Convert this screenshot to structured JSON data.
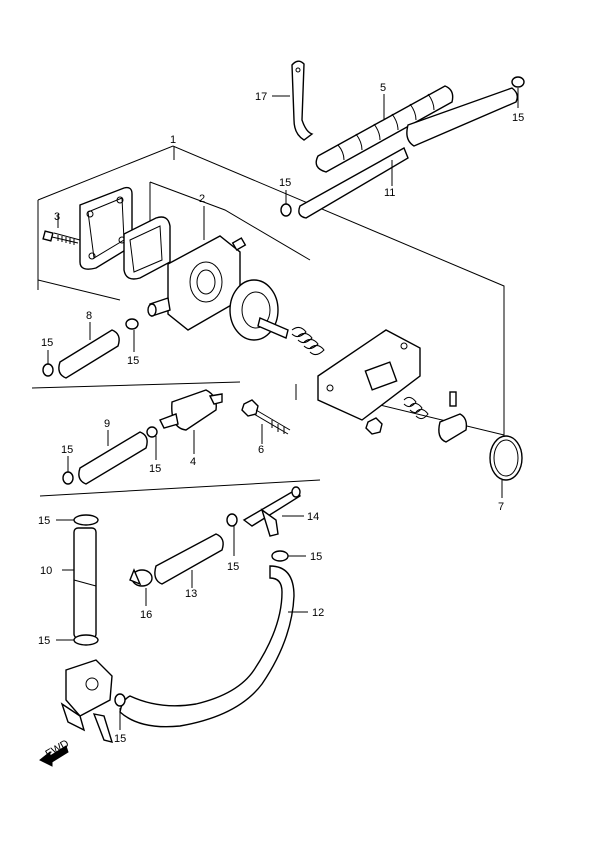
{
  "callouts": {
    "c1": "1",
    "c2": "2",
    "c3": "3",
    "c4": "4",
    "c5": "5",
    "c6": "6",
    "c7": "7",
    "c8": "8",
    "c9": "9",
    "c10": "10",
    "c11": "11",
    "c12": "12",
    "c13": "13",
    "c14": "14",
    "c16": "16",
    "c17": "17",
    "c15a": "15",
    "c15b": "15",
    "c15c": "15",
    "c15d": "15",
    "c15e": "15",
    "c15f": "15",
    "c15g": "15",
    "c15h": "15",
    "c15i": "15",
    "c15j": "15"
  },
  "fwd_label": "FWD"
}
